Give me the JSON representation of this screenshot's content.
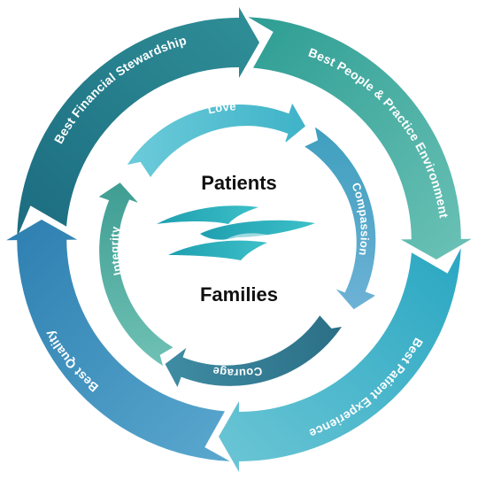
{
  "center": {
    "top_label": "Patients",
    "bottom_label": "Families",
    "icon": "hands-icon"
  },
  "outer_ring": [
    {
      "label": "Best Financial Stewardship",
      "color_start": "#1c6c80",
      "color_end": "#2f8f97"
    },
    {
      "label": "Best People & Practice Environment",
      "color_start": "#2d9d93",
      "color_end": "#6cc2b6"
    },
    {
      "label": "Best Patient Experience",
      "color_start": "#2aa7c2",
      "color_end": "#6cc6d5"
    },
    {
      "label": "Best Quality",
      "color_start": "#2d7fb0",
      "color_end": "#5aa8cf"
    }
  ],
  "inner_ring": [
    {
      "label": "Love",
      "color_start": "#6ccbda",
      "color_end": "#3fb3c8"
    },
    {
      "label": "Compassion",
      "color_start": "#3f9fbe",
      "color_end": "#6db2d6"
    },
    {
      "label": "Courage",
      "color_start": "#2b6f86",
      "color_end": "#3f8ca3"
    },
    {
      "label": "Integrity",
      "color_start": "#6fc1b4",
      "color_end": "#3f9d92"
    }
  ]
}
